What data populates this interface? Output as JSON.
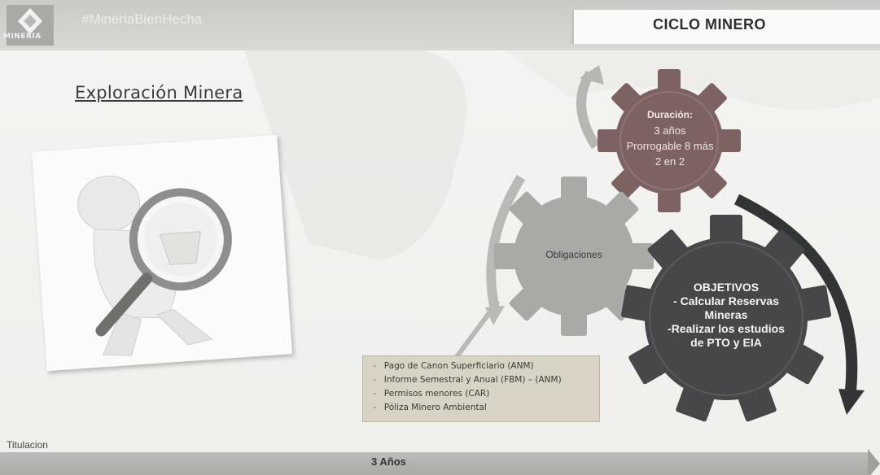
{
  "header": {
    "logo_text": "MINERIA",
    "hashtag": "#MineriaBienHecha",
    "title": "CICLO MINERO"
  },
  "section": {
    "title": "Exploración Minera"
  },
  "gears": {
    "duration": {
      "heading": "Duración:",
      "lines": [
        "3 años",
        "Prorrogable 8 más",
        "2 en 2"
      ]
    },
    "obligations": {
      "label": "Obligaciones"
    },
    "objectives": {
      "heading": "OBJETIVOS",
      "lines": [
        "- Calcular Reservas",
        "Mineras",
        "-Realizar los estudios",
        "de PTO y EIA"
      ]
    }
  },
  "obligations_list": [
    "Pago de Canon Superficiario (ANM)",
    "Informe Semestral y Anual (FBM) – (ANM)",
    "Permisos menores (CAR)",
    "Póliza Minero Ambiental"
  ],
  "timeline": {
    "label": "Titulacion",
    "duration": "3 Años"
  },
  "colors": {
    "gear_duration": "#7d6262",
    "gear_obligations": "#a9a9a6",
    "gear_objectives": "#474749",
    "arrow": "#b1b1ae",
    "header": "#cfcfcc"
  },
  "icons": {
    "logo": "diamond-logo-icon",
    "illustration": "magnifier-figure-icon"
  }
}
